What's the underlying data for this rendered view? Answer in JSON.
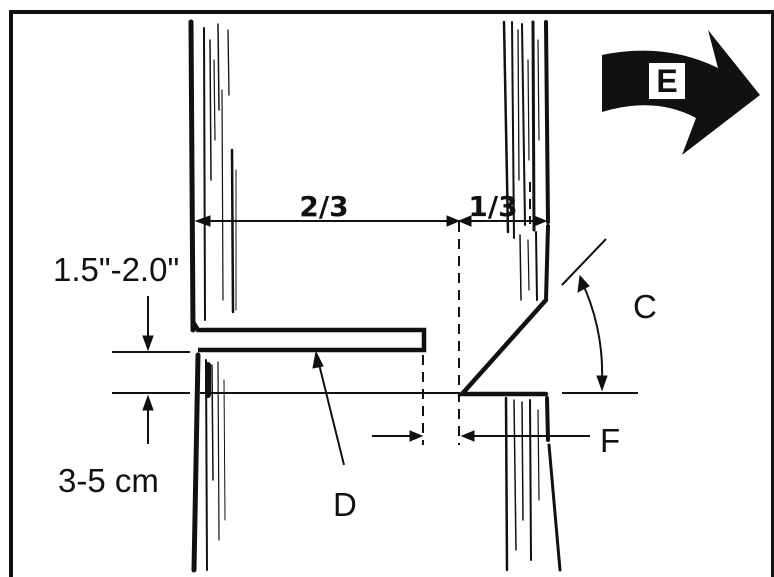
{
  "labels": {
    "direction": "E",
    "two_thirds": "2/3",
    "one_third": "1/3",
    "inches": "1.5\"-2.0\"",
    "cm": "3-5 cm",
    "c": "C",
    "d": "D",
    "f": "F"
  },
  "colors": {
    "ink": "#111111",
    "background": "#ffffff"
  },
  "icons": {
    "direction_arrow": "curved-arrow-right-icon"
  }
}
